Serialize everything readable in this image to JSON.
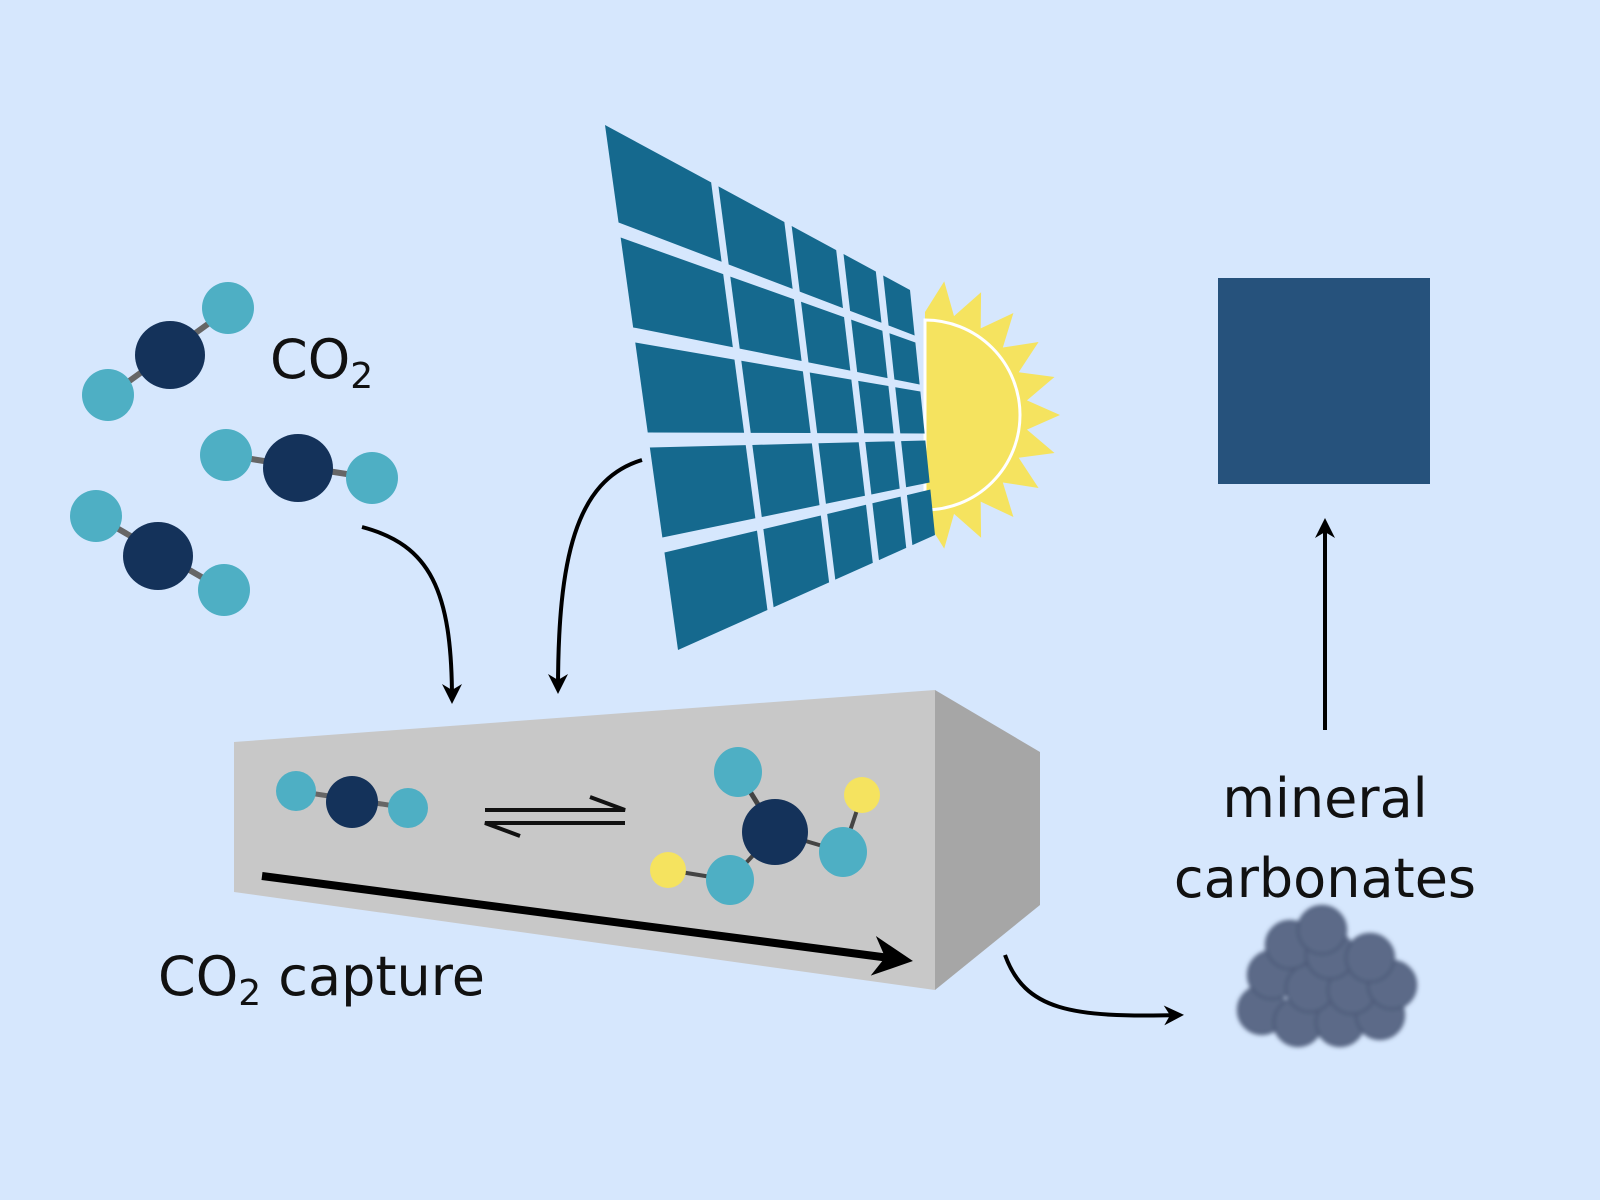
{
  "labels": {
    "co2": {
      "main": "CO",
      "sub": "2"
    },
    "co2_capture": {
      "main": "CO",
      "sub": "2",
      "rest": " capture"
    },
    "mineral_line1": "mineral",
    "mineral_line2": "carbonates"
  },
  "icons": [
    "co2-molecule",
    "solar-panel",
    "sun",
    "reactor-block",
    "equilibrium-arrows",
    "product-molecule",
    "mineral-block",
    "mineral-pile",
    "arrow"
  ],
  "colors": {
    "background": "#d6e7fd",
    "carbon": "#14325a",
    "oxygen": "#4eafc4",
    "hydrogen": "#f5e35f",
    "panel": "#15698e",
    "sun": "#f5e35f",
    "mineral_block": "#26527c",
    "reactor_front": "#c8c8c8",
    "reactor_side": "#a6a6a6",
    "pile": "#5c6a88"
  }
}
